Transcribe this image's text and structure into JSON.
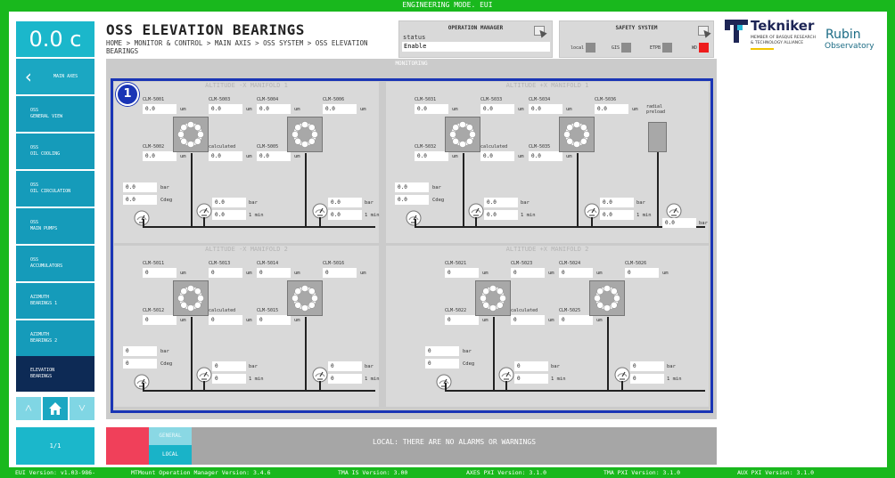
{
  "mode_banner": "ENGINEERING MODE. EUI",
  "clock": "0.0 c",
  "nav": {
    "back_label": "MAIN AXES",
    "items": [
      {
        "l1": "OSS",
        "l2": "GENERAL VIEW"
      },
      {
        "l1": "OSS",
        "l2": "OIL COOLING"
      },
      {
        "l1": "OSS",
        "l2": "OIL CIRCULATION"
      },
      {
        "l1": "OSS",
        "l2": "MAIN PUMPS"
      },
      {
        "l1": "OSS",
        "l2": "ACCUMULATORS"
      },
      {
        "l1": "AZIMUTH",
        "l2": "BEARINGS 1"
      },
      {
        "l1": "AZIMUTH",
        "l2": "BEARINGS 2"
      },
      {
        "l1": "ELEVATION",
        "l2": "BEARINGS"
      }
    ],
    "page": "1/1"
  },
  "header": {
    "title": "OSS ELEVATION BEARINGS",
    "breadcrumb": "HOME > MONITOR & CONTROL > MAIN AXIS > OSS SYSTEM > OSS ELEVATION BEARINGS"
  },
  "operation_manager": {
    "title": "OPERATION MANAGER",
    "status_label": "status",
    "status_value": "Enable"
  },
  "safety_system": {
    "title": "SAFETY SYSTEM",
    "items": [
      {
        "label": "local",
        "color": "#8c8c8c"
      },
      {
        "label": "GIS",
        "color": "#8c8c8c"
      },
      {
        "label": "ETPB",
        "color": "#8c8c8c"
      },
      {
        "label": "WD",
        "color": "#ee1c1c"
      }
    ]
  },
  "logos": {
    "tekniker": "Tekniker",
    "tekniker_sub": "MEMBER OF BASQUE RESEARCH & TECHNOLOGY ALLIANCE",
    "rubin": "Rubin",
    "observatory": "Observatory"
  },
  "monitoring_label": "MONITORING",
  "badge": "1",
  "quadrants": [
    {
      "title": "ALTITUDE -X MANIFOLD 1",
      "sensors": {
        "tl": "CLM-5001",
        "tr": "CLM-5003",
        "tl2": "CLM-5004",
        "tr2": "CLM-5006",
        "bl": "CLM-5002",
        "bm": "calculated",
        "br": "CLM-5005"
      },
      "values": {
        "tl": "0.0",
        "tr": "0.0",
        "tl2": "0.0",
        "tr2": "0.0",
        "bl": "0.0",
        "bm": "0.0",
        "br": "0.0"
      },
      "left_pressure": "0.0",
      "left_temp": "0.0",
      "g1_bar": "0.0",
      "g1_min": "0.0",
      "g2_bar": "0.0",
      "g2_min": "0.0"
    },
    {
      "title": "ALTITUDE +X MANIFOLD 1",
      "sensors": {
        "tl": "CLM-5031",
        "tr": "CLM-5033",
        "tl2": "CLM-5034",
        "tr2": "CLM-5036",
        "bl": "CLM-5032",
        "bm": "calculated",
        "br": "CLM-5035"
      },
      "values": {
        "tl": "0.0",
        "tr": "0.0",
        "tl2": "0.0",
        "tr2": "0.0",
        "bl": "0.0",
        "bm": "0.0",
        "br": "0.0"
      },
      "left_pressure": "0.0",
      "left_temp": "0.0",
      "g1_bar": "0.0",
      "g1_min": "0.0",
      "g2_bar": "0.0",
      "g2_min": "0.0",
      "preload_label": "radial preload",
      "preload_value": "0.0"
    },
    {
      "title": "ALTITUDE -X MANIFOLD 2",
      "sensors": {
        "tl": "CLM-5011",
        "tr": "CLM-5013",
        "tl2": "CLM-5014",
        "tr2": "CLM-5016",
        "bl": "CLM-5012",
        "bm": "calculated",
        "br": "CLM-5015"
      },
      "values": {
        "tl": "0",
        "tr": "0",
        "tl2": "0",
        "tr2": "0",
        "bl": "0",
        "bm": "0",
        "br": "0"
      },
      "left_pressure": "0",
      "left_temp": "0",
      "g1_bar": "0",
      "g1_min": "0",
      "g2_bar": "0",
      "g2_min": "0"
    },
    {
      "title": "ALTITUDE +X MANIFOLD 2",
      "sensors": {
        "tl": "CLM-5021",
        "tr": "CLM-5023",
        "tl2": "CLM-5024",
        "tr2": "CLM-5026",
        "bl": "CLM-5022",
        "bm": "calculated",
        "br": "CLM-5025"
      },
      "values": {
        "tl": "0",
        "tr": "0",
        "tl2": "0",
        "tr2": "0",
        "bl": "0",
        "bm": "0",
        "br": "0"
      },
      "left_pressure": "0",
      "left_temp": "0",
      "g1_bar": "0",
      "g1_min": "0",
      "g2_bar": "0",
      "g2_min": "0"
    }
  ],
  "units": {
    "um": "um",
    "bar": "bar",
    "cdeg": "Cdeg",
    "min": "1 min"
  },
  "footer": {
    "tab_general": "GENERAL",
    "tab_local": "LOCAL",
    "alarm_text": "LOCAL: THERE ARE NO ALARMS OR WARNINGS"
  },
  "versions": [
    "EUI Version: v1.03-986-",
    "MTMount Operation Manager Version: 3.4.6",
    "TMA IS Version: 3.00",
    "AXES PXI Version: 3.1.0",
    "TMA PXI Version: 3.1.0",
    "AUX PXI Version: 3.1.0"
  ]
}
